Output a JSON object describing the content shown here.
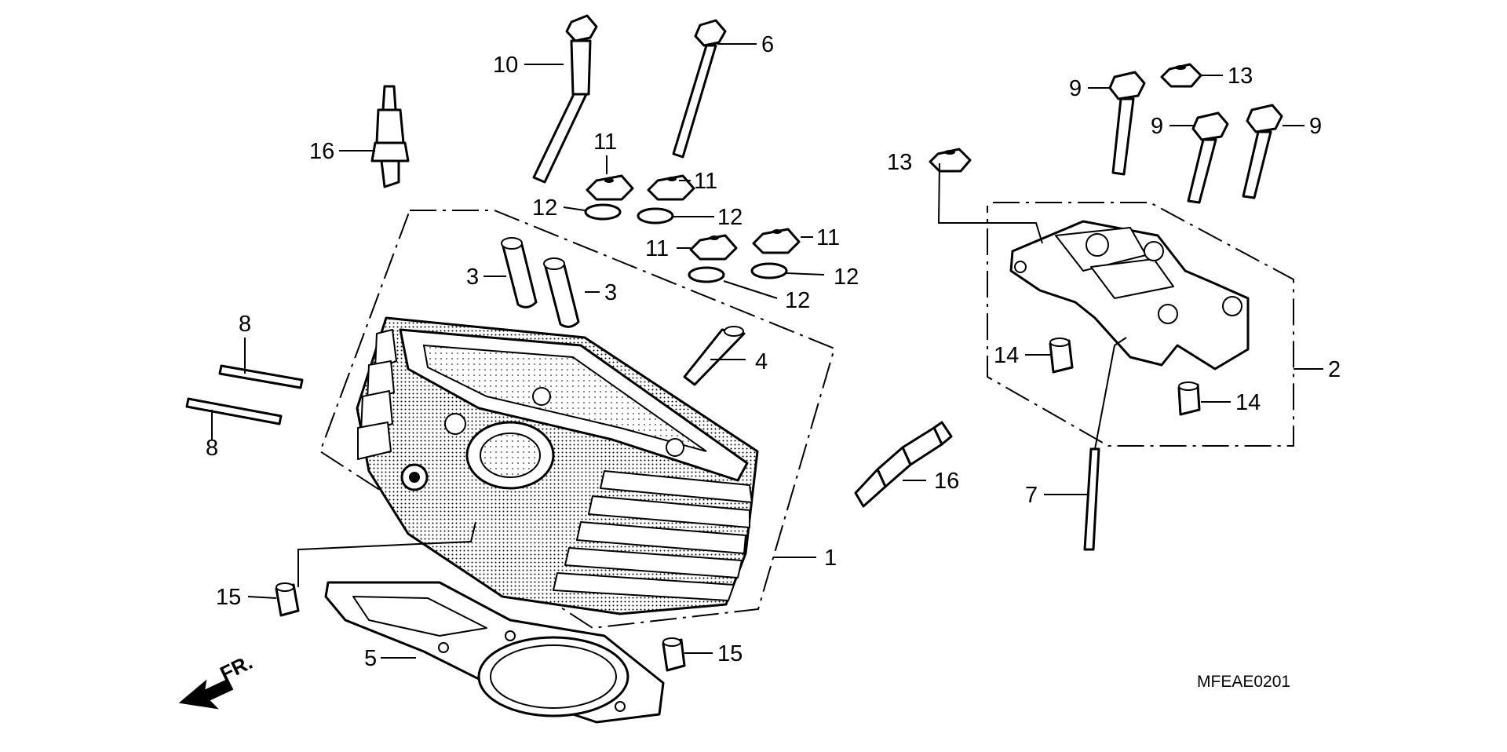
{
  "diagram": {
    "drawing_code": "MFEAE0201",
    "direction_label": "FR.",
    "callouts": [
      {
        "id": "c10",
        "label": "10"
      },
      {
        "id": "c6",
        "label": "6"
      },
      {
        "id": "c16a",
        "label": "16"
      },
      {
        "id": "c11a",
        "label": "11"
      },
      {
        "id": "c11b",
        "label": "11"
      },
      {
        "id": "c12a",
        "label": "12"
      },
      {
        "id": "c12b",
        "label": "12"
      },
      {
        "id": "c11c",
        "label": "11"
      },
      {
        "id": "c11d",
        "label": "11"
      },
      {
        "id": "c12c",
        "label": "12"
      },
      {
        "id": "c12d",
        "label": "12"
      },
      {
        "id": "c3a",
        "label": "3"
      },
      {
        "id": "c3b",
        "label": "3"
      },
      {
        "id": "c4",
        "label": "4"
      },
      {
        "id": "c8a",
        "label": "8"
      },
      {
        "id": "c8b",
        "label": "8"
      },
      {
        "id": "c1",
        "label": "1"
      },
      {
        "id": "c15a",
        "label": "15"
      },
      {
        "id": "c5",
        "label": "5"
      },
      {
        "id": "c15b",
        "label": "15"
      },
      {
        "id": "c16b",
        "label": "16"
      },
      {
        "id": "c9a",
        "label": "9"
      },
      {
        "id": "c13a",
        "label": "13"
      },
      {
        "id": "c9b",
        "label": "9"
      },
      {
        "id": "c9c",
        "label": "9"
      },
      {
        "id": "c13b",
        "label": "13"
      },
      {
        "id": "c14a",
        "label": "14"
      },
      {
        "id": "c14b",
        "label": "14"
      },
      {
        "id": "c2",
        "label": "2"
      },
      {
        "id": "c7",
        "label": "7"
      }
    ]
  }
}
